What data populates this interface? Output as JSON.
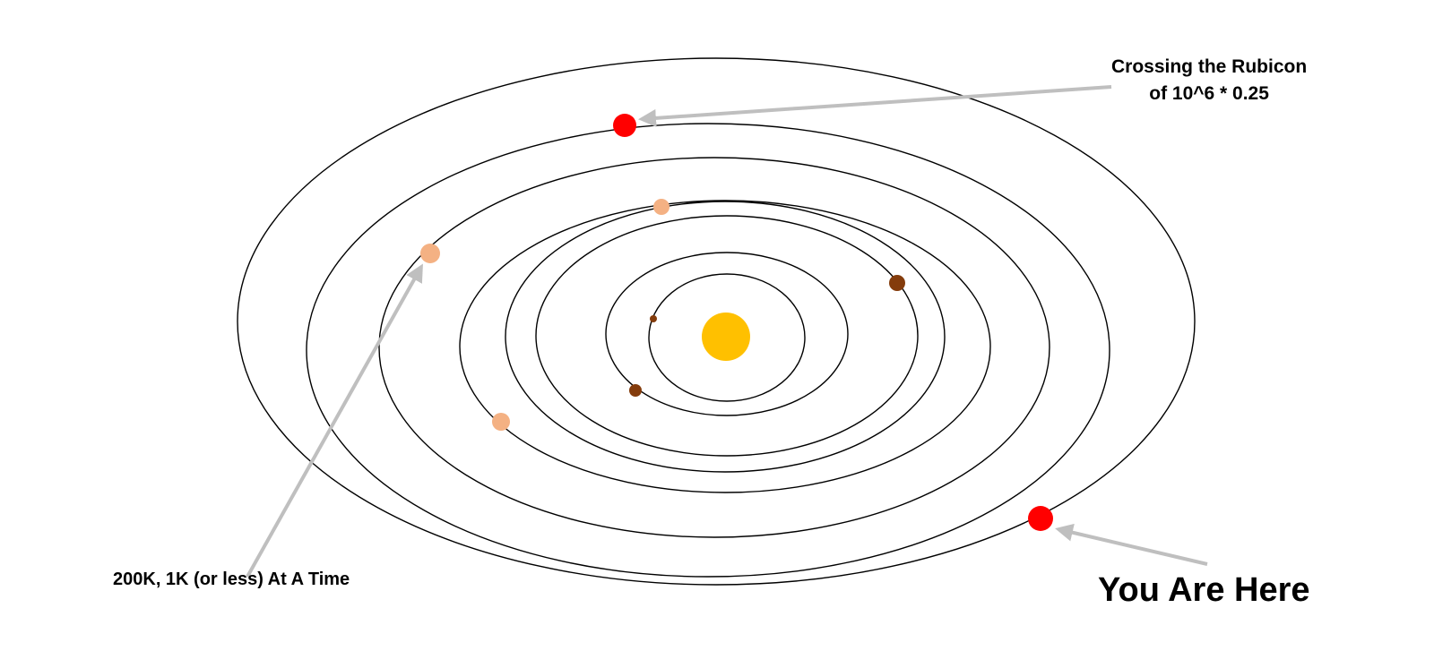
{
  "colors": {
    "sun": "#ffc000",
    "milestone": "#ff0000",
    "light_planet": "#f4b183",
    "dark_planet": "#843c0c",
    "orbit": "#000000",
    "pointer": "#bfbfbf"
  },
  "annotations": {
    "rubicon_line1": "Crossing the Rubicon",
    "rubicon_line2": "of 10^6 * 0.25",
    "batch": "200K, 1K (or less) At A Time",
    "here": "You Are Here"
  }
}
